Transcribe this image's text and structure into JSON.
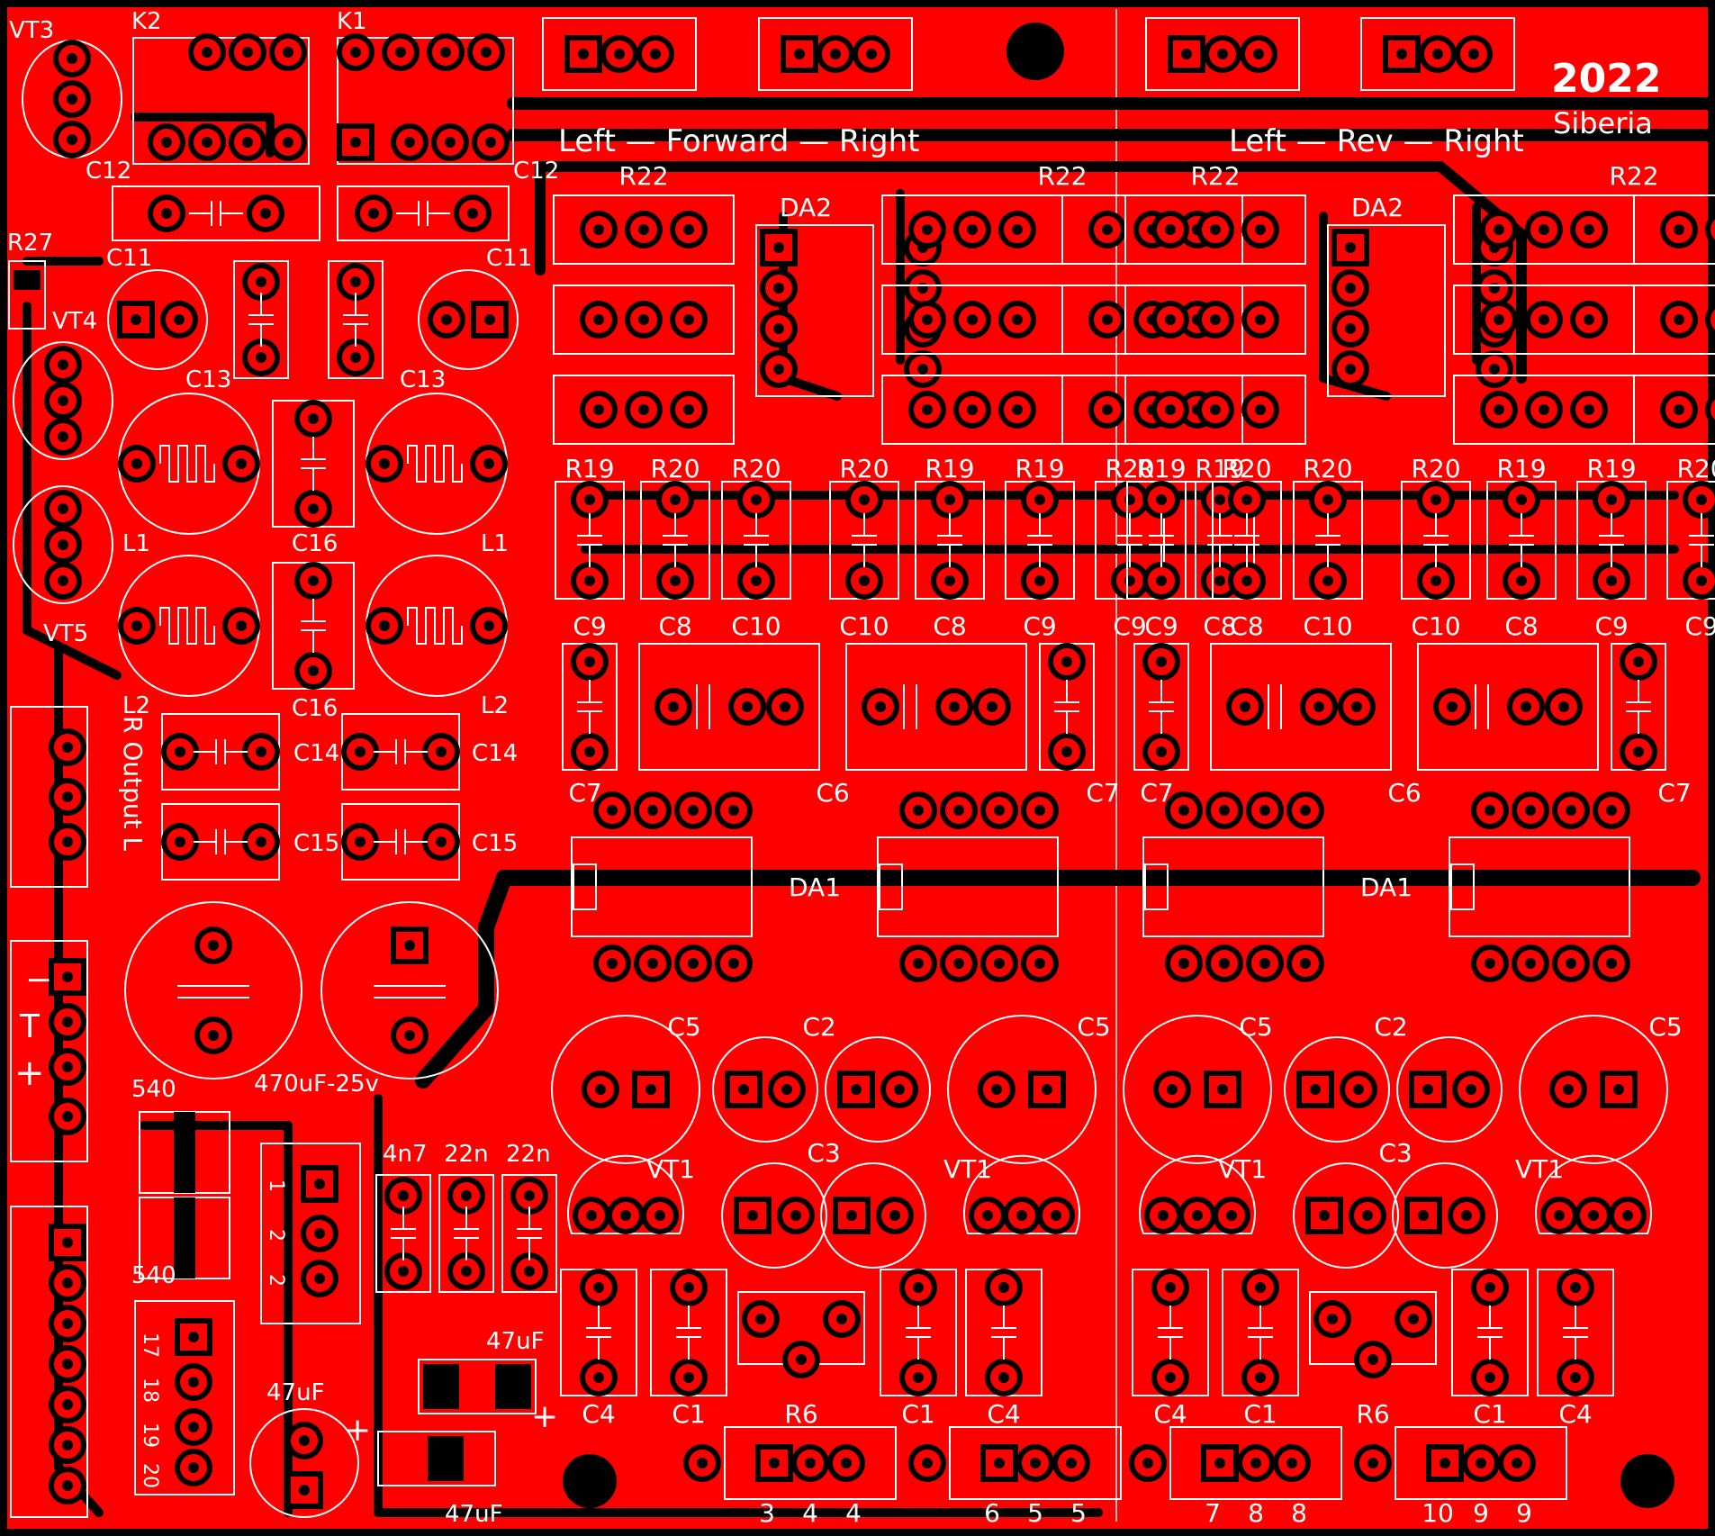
{
  "board": {
    "year": "2022",
    "place": "Siberia",
    "copper_color": "#ff0000",
    "silk_color": "#ffffff",
    "clearance_color": "#000000"
  },
  "headers": {
    "forward": "Left — Forward — Right",
    "reverse": "Left — Rev — Right",
    "output": "R Output L"
  },
  "labels": {
    "vt3": "VT3",
    "k2": "K2",
    "k1": "K1",
    "r27": "R27",
    "vt4": "VT4",
    "vt5": "VT5",
    "c12a": "C12",
    "c12b": "C12",
    "c11a": "C11",
    "c11b": "C11",
    "c13a": "C13",
    "c13b": "C13",
    "l1a": "L1",
    "l1b": "L1",
    "c16a": "C16",
    "c16b": "C16",
    "l2a": "L2",
    "l2b": "L2",
    "c14a": "C14",
    "c14b": "C14",
    "c15a": "C15",
    "c15b": "C15",
    "cap470": "470uF-25v",
    "ind540a": "540",
    "ind540b": "540",
    "cap4n7": "4n7",
    "cap22na": "22n",
    "cap22nb": "22n",
    "cap47a": "47uF",
    "cap47b": "47uF",
    "cap47c": "47uF",
    "pin1": "1",
    "pin2a": "2",
    "pin2b": "2",
    "pin17": "17",
    "pin18": "18",
    "pin19": "19",
    "pin20": "20",
    "minus": "−",
    "plus": "+",
    "plus2": "+",
    "plus3": "+"
  },
  "channel_labels": {
    "r22": "R22",
    "da2": "DA2",
    "r19": "R19",
    "r20": "R20",
    "c7": "C7",
    "c8": "C8",
    "c9": "C9",
    "c10": "C10",
    "c6": "C6",
    "da1": "DA1",
    "c5": "C5",
    "c2": "C2",
    "c3": "C3",
    "vt1": "VT1",
    "c4": "C4",
    "c1": "C1",
    "r6": "R6"
  },
  "connectors": [
    {
      "pins": [
        "3",
        "4",
        "4"
      ]
    },
    {
      "pins": [
        "6",
        "5",
        "5"
      ]
    },
    {
      "pins": [
        "7",
        "8",
        "8"
      ]
    },
    {
      "pins": [
        "10",
        "9",
        "9"
      ]
    }
  ]
}
